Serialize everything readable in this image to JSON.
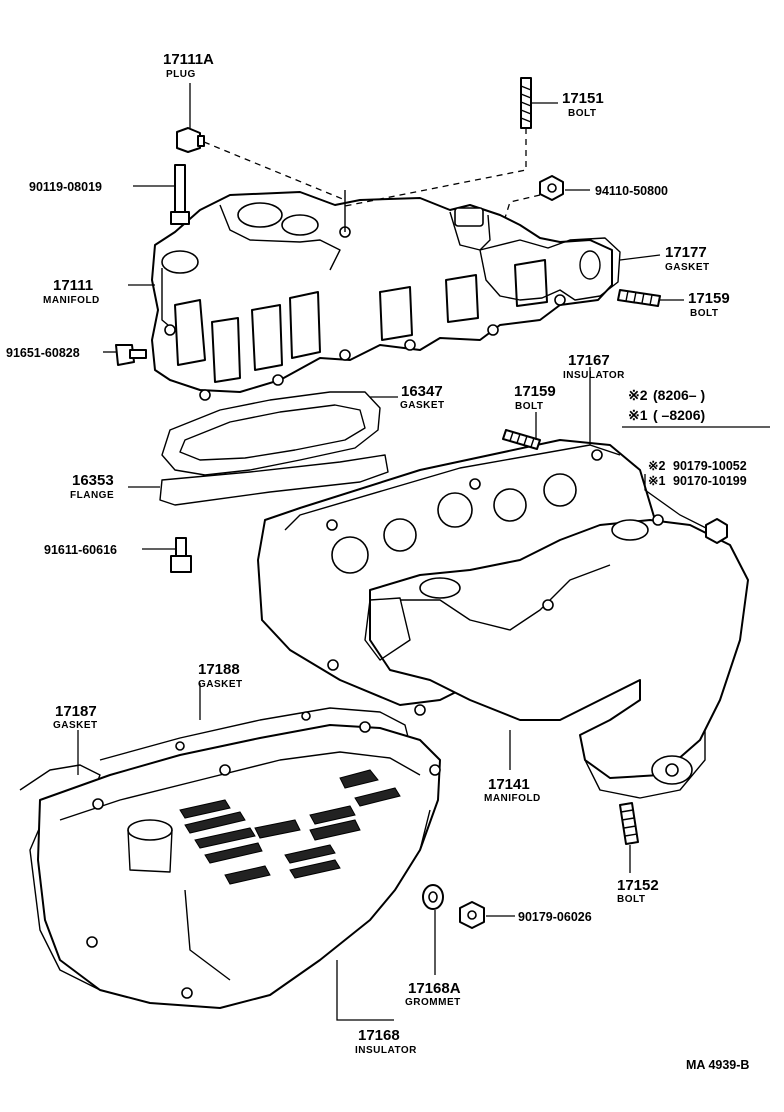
{
  "diagram": {
    "ref_code": "MA  4939-B",
    "legend": {
      "row1_mark": "※2",
      "row1_text": "(8206–      )",
      "row2_mark": "※1",
      "row2_text": "(       –8206)"
    },
    "parts": {
      "p17111a": {
        "number": "17111A",
        "name": "PLUG"
      },
      "p17151": {
        "number": "17151",
        "name": "BOLT"
      },
      "p90119": {
        "number": "90119-08019"
      },
      "p94110": {
        "number": "94110-50800"
      },
      "p17177": {
        "number": "17177",
        "name": "GASKET"
      },
      "p17111": {
        "number": "17111",
        "name": "MANIFOLD"
      },
      "p17159a": {
        "number": "17159",
        "name": "BOLT"
      },
      "p91651": {
        "number": "91651-60828"
      },
      "p17167": {
        "number": "17167",
        "name": "INSULATOR"
      },
      "p17159b": {
        "number": "17159",
        "name": "BOLT"
      },
      "p16347": {
        "number": "16347",
        "name": "GASKET"
      },
      "p16353": {
        "number": "16353",
        "name": "FLANGE"
      },
      "p90179a": {
        "mark": "※2",
        "number": "90179-10052"
      },
      "p90170": {
        "mark": "※1",
        "number": "90170-10199"
      },
      "p91611": {
        "number": "91611-60616"
      },
      "p17188": {
        "number": "17188",
        "name": "GASKET"
      },
      "p17187": {
        "number": "17187",
        "name": "GASKET"
      },
      "p17141": {
        "number": "17141",
        "name": "MANIFOLD"
      },
      "p17152": {
        "number": "17152",
        "name": "BOLT"
      },
      "p90179b": {
        "number": "90179-06026"
      },
      "p17168a": {
        "number": "17168A",
        "name": "GROMMET"
      },
      "p17168": {
        "number": "17168",
        "name": "INSULATOR"
      }
    }
  }
}
